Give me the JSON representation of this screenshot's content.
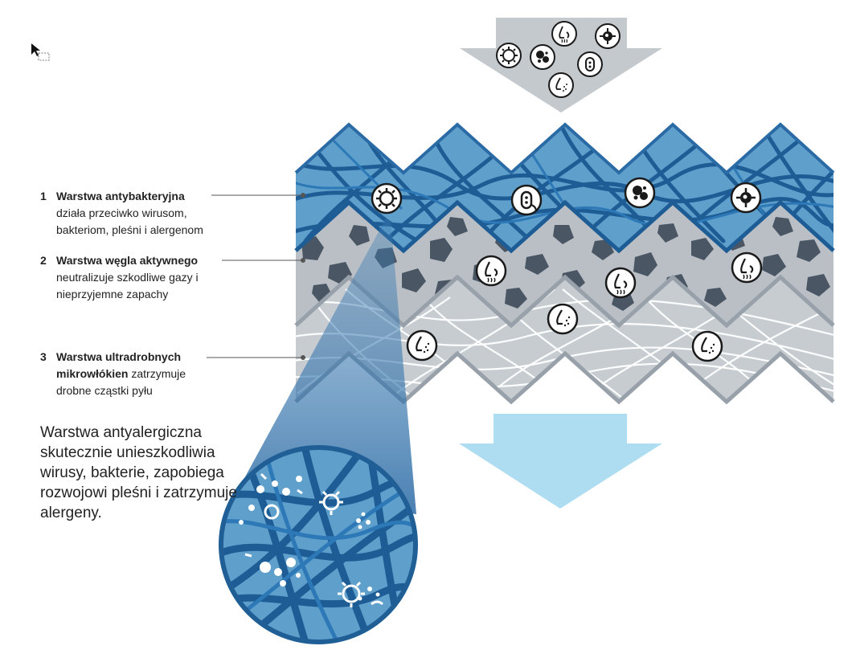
{
  "layers": [
    {
      "number": "1",
      "title": "Warstwa antybakteryjna",
      "description": "działa przeciwko wirusom, bakteriom, pleśni i alergenom"
    },
    {
      "number": "2",
      "title": "Warstwa węgla aktywnego",
      "description": "neutralizuje szkodliwe gazy i nieprzyjemne zapachy"
    },
    {
      "number": "3",
      "title": "Warstwa ultradrobnych",
      "title_cont": "mikrowłókien",
      "description_inline": "zatrzymuje",
      "description": "drobne cząstki pyłu"
    }
  ],
  "caption": "Warstwa antyalergiczna skutecznie unieszkodliwia wirusy, bakterie, zapobiega rozwojowi pleśni i zatrzymuje alergeny.",
  "icons": {
    "inflow": [
      "virus-icon",
      "smell-icon",
      "bacteria-icon",
      "mold-icon",
      "bacteria-icon",
      "dust-icon"
    ],
    "layer1": [
      "virus-icon",
      "bacteria-icon",
      "mold-icon",
      "bacteria-icon"
    ],
    "layer2": [
      "smell-icon",
      "smell-icon",
      "smell-icon"
    ],
    "layer3": [
      "dust-icon",
      "dust-icon",
      "dust-icon"
    ]
  },
  "colors": {
    "layer1_blue": "#2f6fa6",
    "layer1_fiber": "#1d5c94",
    "layer2_gray": "#b9bfc5",
    "carbon": "#4a5664",
    "layer3_gray": "#c7ccd1",
    "inflow_arrow": "#c4c9cd",
    "outflow_arrow": "#aedcf0",
    "magnifier": "#1f5f96"
  }
}
